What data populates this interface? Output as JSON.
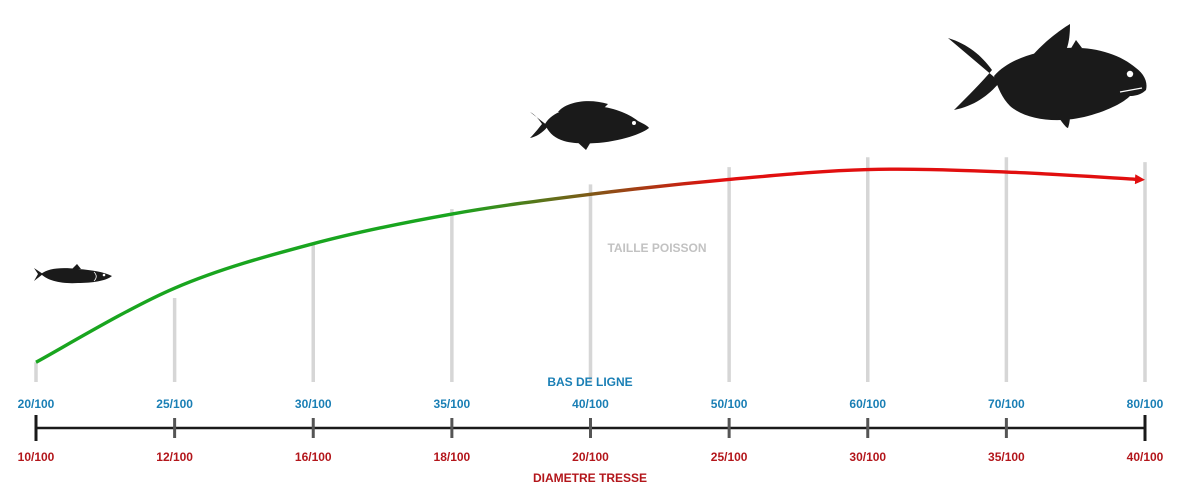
{
  "chart_data": {
    "type": "bar",
    "title": "",
    "xlabel": "BAS DE LIGNE",
    "xlabel_secondary": "DIAMETRE TRESSE",
    "ylabel": "TAILLE POISSON",
    "categories": [
      "20/100",
      "25/100",
      "30/100",
      "35/100",
      "40/100",
      "50/100",
      "60/100",
      "70/100",
      "80/100"
    ],
    "secondary_categories": [
      "10/100",
      "12/100",
      "16/100",
      "18/100",
      "20/100",
      "25/100",
      "30/100",
      "35/100",
      "40/100"
    ],
    "values": [
      8,
      34,
      56,
      70,
      80,
      87,
      91,
      91,
      89
    ],
    "ylim": [
      0,
      100
    ],
    "trend_curve": [
      8,
      38,
      56,
      68,
      76,
      82,
      86,
      85,
      82
    ],
    "grid": false,
    "colors": {
      "bar": "#d6d6d6",
      "axis": "#1a1a1a",
      "primary_labels": "#1a7fb5",
      "secondary_labels": "#b3161b",
      "ylabel": "#c2c2c2",
      "curve_start": "#19a51f",
      "curve_end": "#e10f0f",
      "fish": "#1a1a1a"
    },
    "icons": [
      "small-fish-icon",
      "medium-fish-icon",
      "large-fish-icon"
    ]
  }
}
